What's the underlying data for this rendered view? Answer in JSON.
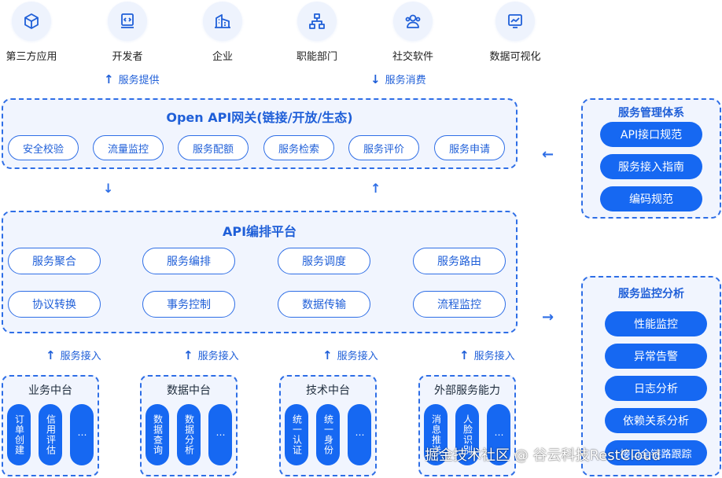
{
  "consumers": [
    {
      "label": "第三方应用",
      "icon": "cube-icon"
    },
    {
      "label": "开发者",
      "icon": "code-screen-icon"
    },
    {
      "label": "企业",
      "icon": "building-icon"
    },
    {
      "label": "职能部门",
      "icon": "org-chart-icon"
    },
    {
      "label": "社交软件",
      "icon": "users-icon"
    },
    {
      "label": "数据可视化",
      "icon": "line-chart-icon"
    }
  ],
  "service_provide": "服务提供",
  "service_consume": "服务消费",
  "gateway": {
    "title": "Open API网关(链接/开放/生态)",
    "items": [
      "安全校验",
      "流量监控",
      "服务配额",
      "服务检索",
      "服务评价",
      "服务申请"
    ]
  },
  "orchestration": {
    "title": "API编排平台",
    "items": [
      "服务聚合",
      "服务编排",
      "服务调度",
      "服务路由",
      "协议转换",
      "事务控制",
      "数据传输",
      "流程监控"
    ]
  },
  "service_access": "服务接入",
  "middle_platforms": [
    {
      "title": "业务中台",
      "items": [
        "订单创建",
        "信用评估",
        "⋯"
      ]
    },
    {
      "title": "数据中台",
      "items": [
        "数据查询",
        "数据分析",
        "⋯"
      ]
    },
    {
      "title": "技术中台",
      "items": [
        "统一认证",
        "统一身份",
        "⋯"
      ]
    },
    {
      "title": "外部服务能力",
      "items": [
        "消息推送",
        "人脸识别",
        "⋯"
      ]
    }
  ],
  "management": {
    "title": "服务管理体系",
    "items": [
      "API接口规范",
      "服务接入指南",
      "编码规范"
    ]
  },
  "monitoring": {
    "title": "服务监控分析",
    "items": [
      "性能监控",
      "异常告警",
      "日志分析",
      "依赖关系分析",
      "接口全链路跟踪"
    ]
  },
  "watermark": "掘金技术社区 @ 谷云科技RestCloud",
  "colors": {
    "accent": "#1668f2",
    "panel_bg": "#f1f5fe",
    "border": "#2e6ee6"
  }
}
